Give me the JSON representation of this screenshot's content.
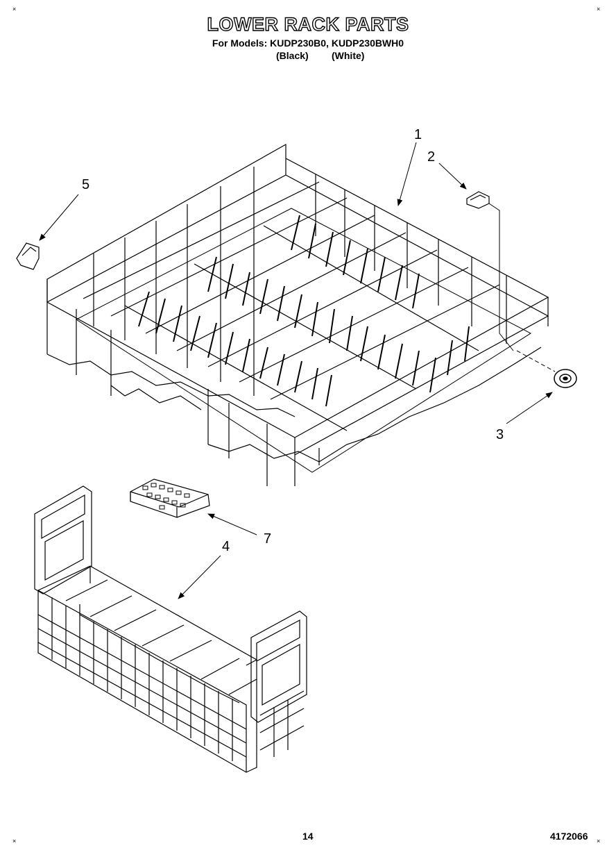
{
  "title": "LOWER RACK PARTS",
  "subtitle": "For Models: KUDP230B0, KUDP230BWH0",
  "variants": [
    "(Black)",
    "(White)"
  ],
  "callouts": [
    "1",
    "2",
    "3",
    "4",
    "5",
    "7"
  ],
  "footer": {
    "page_number": "14",
    "doc_number": "4172066"
  },
  "corner_marks": [
    "×",
    "×",
    "×",
    "×"
  ]
}
